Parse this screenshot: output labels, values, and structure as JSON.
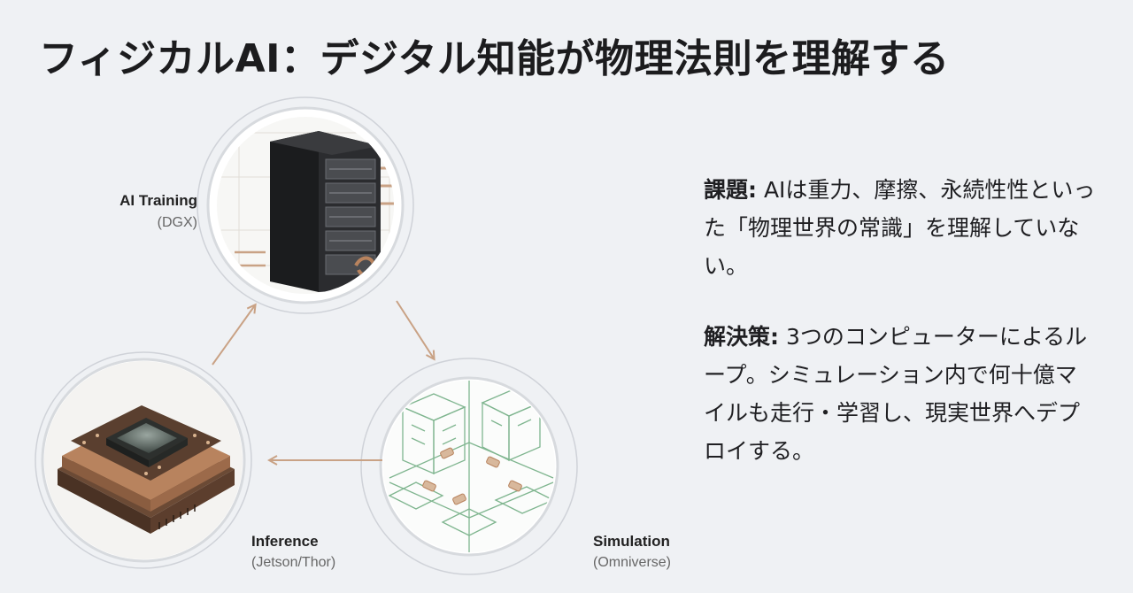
{
  "title": "フィジカルAI：デジタル知能が物理法則を理解する",
  "nodes": {
    "training": {
      "label": "AI Training",
      "sub": "(DGX)"
    },
    "simulation": {
      "label": "Simulation",
      "sub": "(Omniverse)"
    },
    "inference": {
      "label": "Inference",
      "sub": "(Jetson/Thor)"
    }
  },
  "problem": {
    "heading": "課題:",
    "body": "AIは重力、摩擦、永続性性といった「物理世界の常識」を理解していない。"
  },
  "solution": {
    "heading": "解決策:",
    "body": "3つのコンピューターによるループ。シミュレーション内で何十億マイルも走行・学習し、現実世界へデプロイする。"
  },
  "colors": {
    "arrow": "#c9a285",
    "ring": "#c9ccd2",
    "circuit": "#7fb58f",
    "copper": "#b8835e"
  }
}
